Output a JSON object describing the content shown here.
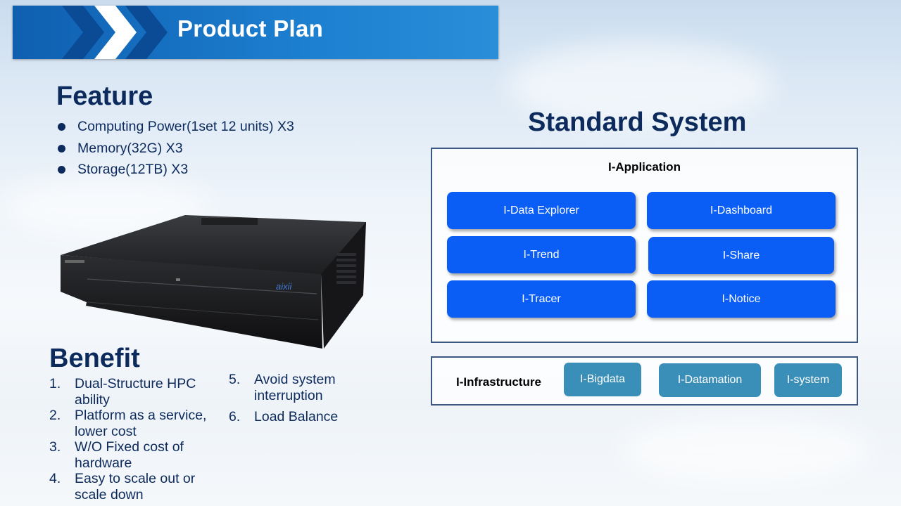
{
  "banner": {
    "title": "Product Plan"
  },
  "feature": {
    "heading": "Feature",
    "items": [
      "Computing Power(1set 12 units) X3",
      "Memory(32G) X3",
      "Storage(12TB) X3"
    ]
  },
  "server_image": {
    "brand_text": "aixii"
  },
  "benefit": {
    "heading": "Benefit",
    "items": [
      {
        "num": "1.",
        "text": "Dual-Structure HPC ability"
      },
      {
        "num": "2.",
        "text": "Platform as a service, lower cost"
      },
      {
        "num": "3.",
        "text": "W/O Fixed cost of hardware"
      },
      {
        "num": "4.",
        "text": "Easy to scale out or scale down"
      },
      {
        "num": "5.",
        "text": "Avoid system interruption"
      },
      {
        "num": "6.",
        "text": "Load Balance"
      }
    ]
  },
  "system": {
    "heading": "Standard System",
    "application": {
      "title": "I-Application",
      "modules": [
        "I-Data Explorer",
        "I-Dashboard",
        "I-Trend",
        "I-Share",
        "I-Tracer",
        "I-Notice"
      ]
    },
    "infrastructure": {
      "title": "I-Infrastructure",
      "modules": [
        "I-Bigdata",
        "I-Datamation",
        "I-system"
      ]
    }
  },
  "colors": {
    "heading": "#0c2a5c",
    "banner": "#1d7fd0",
    "app_button": "#0a5ef6",
    "infra_button": "#3a8fb8",
    "box_border": "#3b5680"
  }
}
